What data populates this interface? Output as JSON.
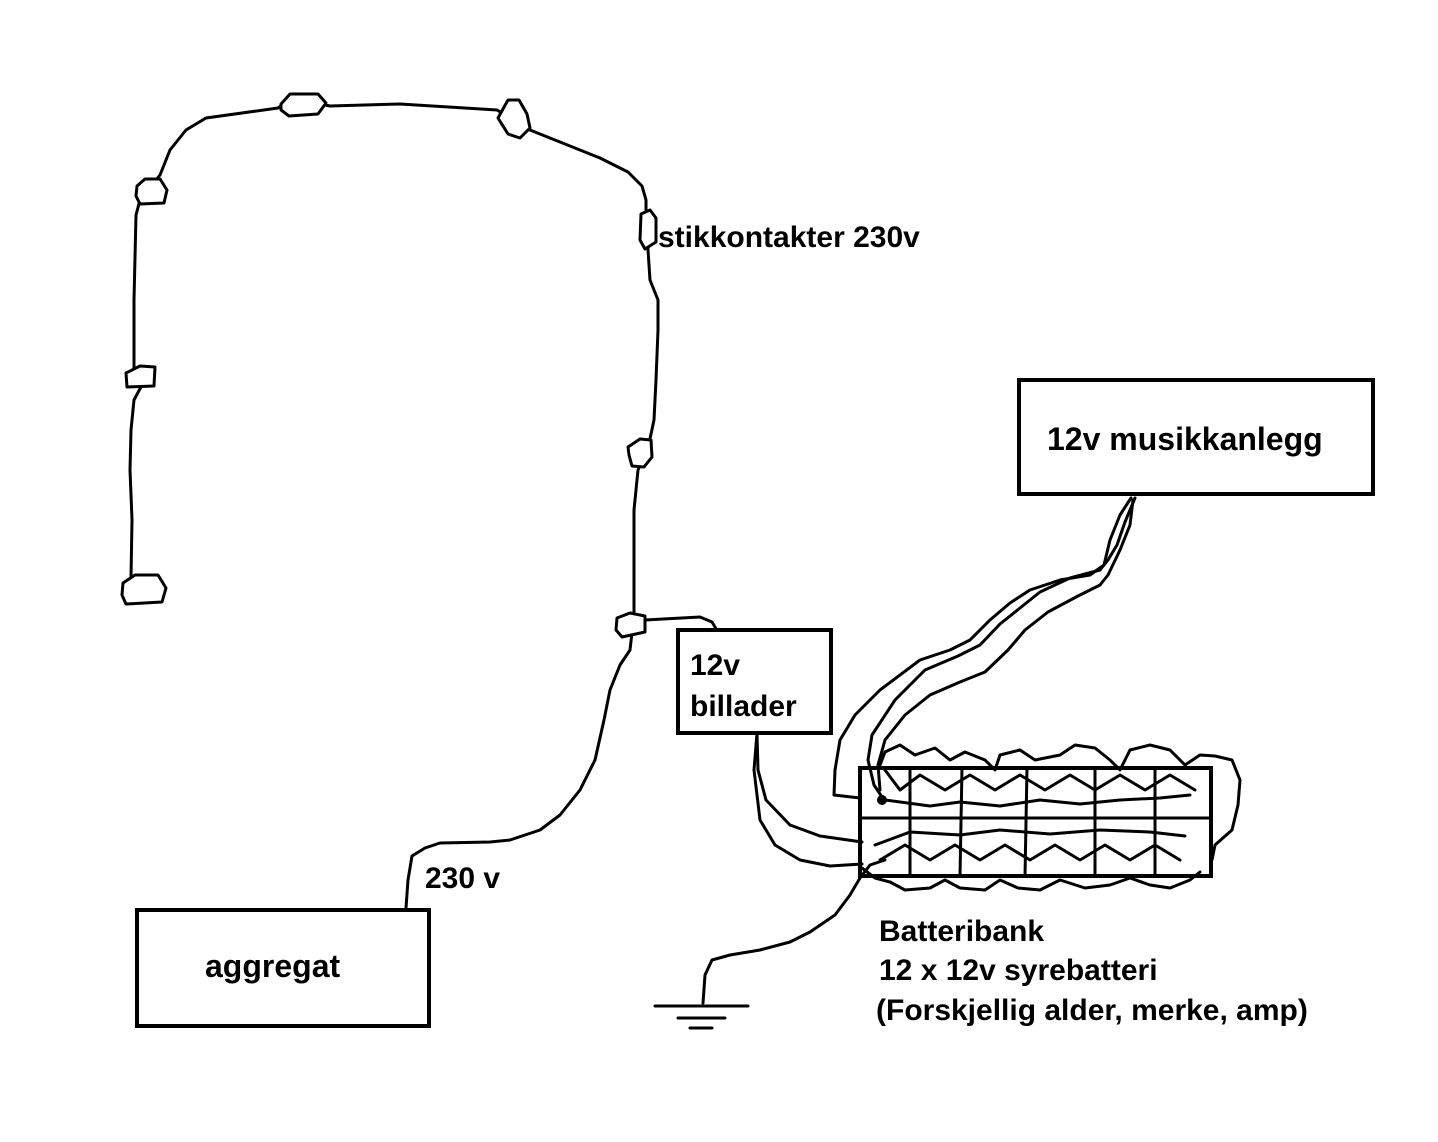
{
  "labels": {
    "outlets": "stikkontakter 230v",
    "music": "12v musikkanlegg",
    "charger_line1": "12v",
    "charger_line2": "billader",
    "voltage": "230 v",
    "generator": "aggregat",
    "battery_line1": "Batteribank",
    "battery_line2": "12 x 12v syrebatteri",
    "battery_line3": "(Forskjellig alder, merke, amp)"
  },
  "colors": {
    "ink": "#000000",
    "background": "#ffffff"
  }
}
